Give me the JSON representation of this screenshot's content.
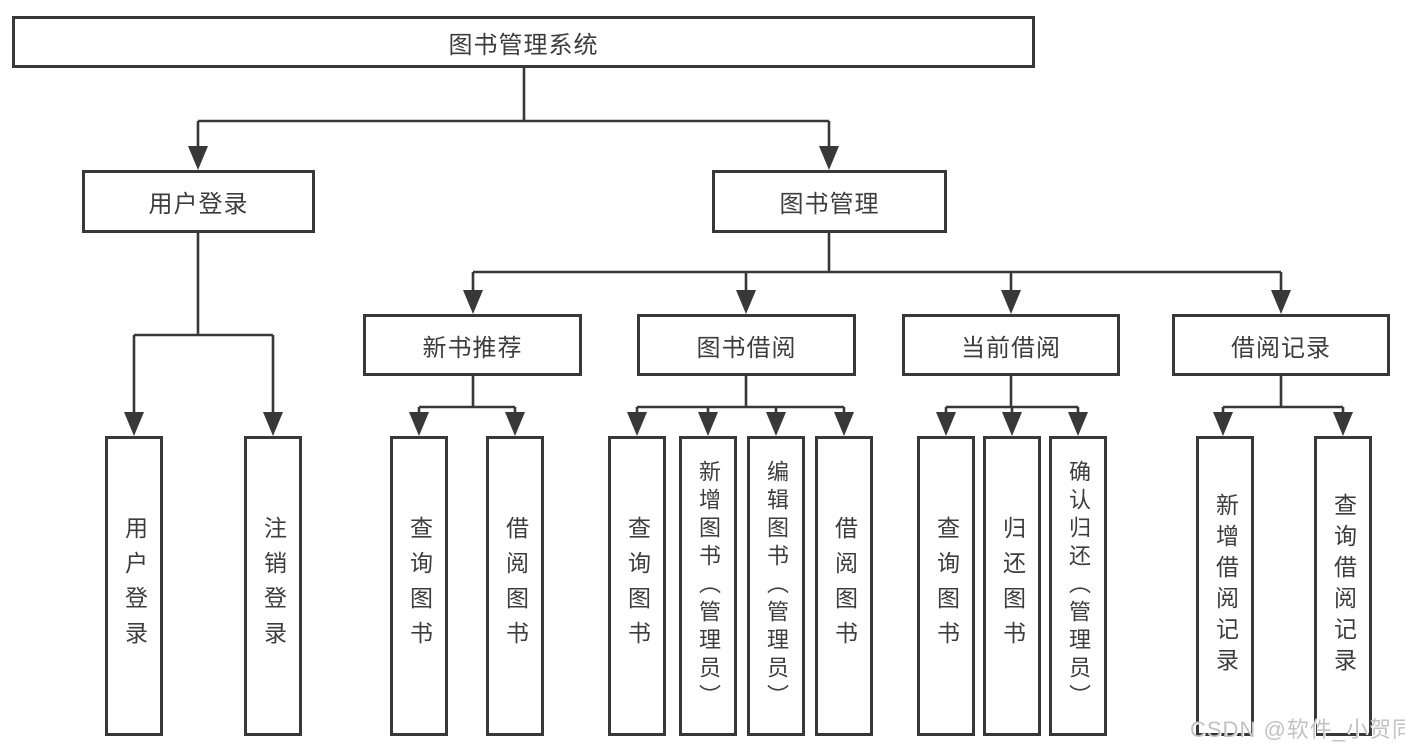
{
  "diagram": {
    "title": "图书管理系统",
    "level1": [
      {
        "label": "用户登录",
        "children": [
          "用户登录",
          "注销登录"
        ]
      },
      {
        "label": "图书管理",
        "children": [
          "新书推荐",
          "图书借阅",
          "当前借阅",
          "借阅记录"
        ]
      }
    ],
    "level2": [
      {
        "label": "新书推荐",
        "children": [
          "查询图书",
          "借阅图书"
        ]
      },
      {
        "label": "图书借阅",
        "children": [
          "查询图书",
          "新增图书（管理员）",
          "编辑图书（管理员）",
          "借阅图书"
        ]
      },
      {
        "label": "当前借阅",
        "children": [
          "查询图书",
          "归还图书",
          "确认归还（管理员）"
        ]
      },
      {
        "label": "借阅记录",
        "children": [
          "新增借阅记录",
          "查询借阅记录"
        ]
      }
    ],
    "leaves": [
      "用户登录",
      "注销登录",
      "查询图书",
      "借阅图书",
      "查询图书",
      "新增图书（管理员）",
      "编辑图书（管理员）",
      "借阅图书",
      "查询图书",
      "归还图书",
      "确认归还（管理员）",
      "新增借阅记录",
      "查询借阅记录"
    ]
  },
  "watermark": {
    "text": "CSDN @软件_小贺同学",
    "color": "#c2c2c2"
  },
  "colors": {
    "line": "#383838",
    "box_border": "#383838",
    "box_fill": "#ffffff",
    "text": "#3d3d3d",
    "background": "#ffffff"
  }
}
